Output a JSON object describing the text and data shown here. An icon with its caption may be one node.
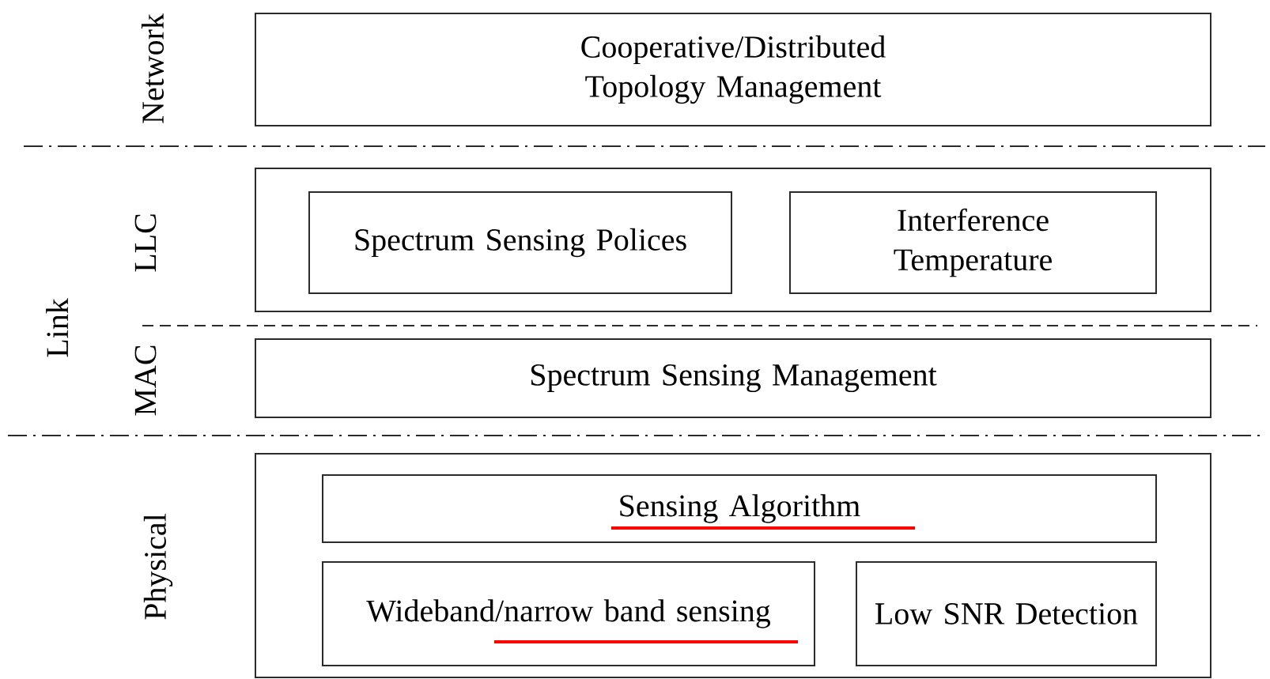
{
  "diagram": {
    "nodes": [
      {
        "text": [
          "Cooperative/Distributed Topology Management"
        ]
      },
      {
        "text": [],
        "shape": "box"
      },
      {
        "text": [
          "Spectrum Sensing Polices"
        ],
        "in": 1
      },
      {
        "text": [
          "Interference Temperature"
        ],
        "in": 1
      },
      {
        "text": [
          "Spectrum Sensing Management"
        ]
      },
      {
        "text": [],
        "shape": "box"
      },
      {
        "text": [
          "Sensing Algorithm"
        ],
        "in": 5
      },
      {
        "text": [
          "Wideband/narrow band sensing"
        ],
        "in": 5
      },
      {
        "text": [
          "Low SNR Detection"
        ],
        "in": 5
      }
    ],
    "labels": [
      "Network",
      "LLC",
      "Link",
      "MAC",
      "Physical"
    ]
  }
}
